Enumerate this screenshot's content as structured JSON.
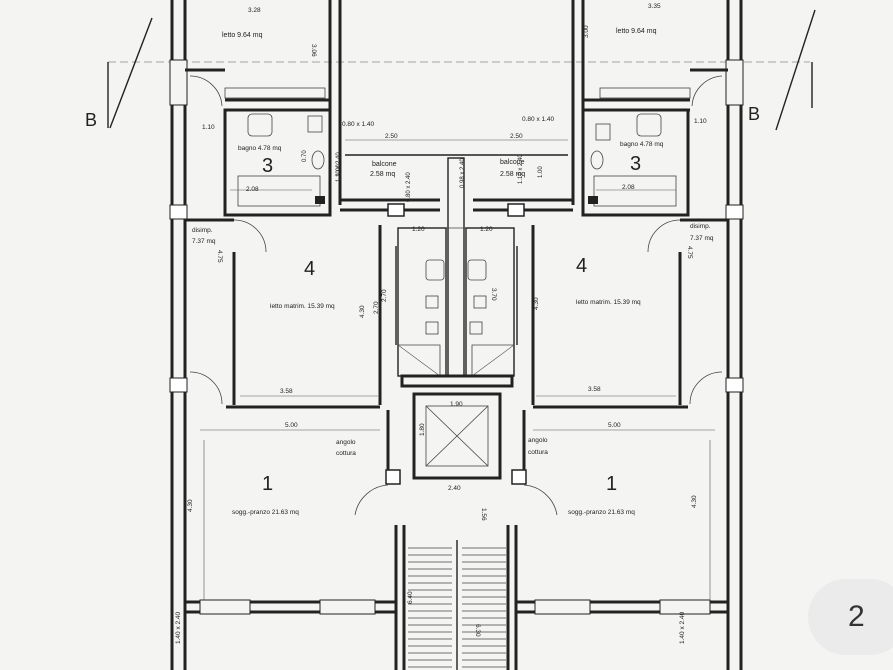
{
  "section_marks": {
    "left": "B",
    "right": "B"
  },
  "page_indicator": "2",
  "rooms": {
    "left": {
      "top_room": "letto 9.64 mq",
      "bath_number": "3",
      "bath": "bagno 4.78 mq",
      "balcony": "balcone",
      "balcony_area": "2.58 mq",
      "hall": "disimp.",
      "hall_area": "7.37 mq",
      "bedroom_number": "4",
      "bedroom": "letto matrim. 15.39 mq",
      "living_number": "1",
      "living": "sogg.-pranzo 21.63 mq",
      "kitchen": "angolo",
      "kitchen2": "cottura"
    },
    "right": {
      "top_room": "letto 9.64 mq",
      "bath_number": "3",
      "bath": "bagno 4.78 mq",
      "balcony": "balcone",
      "balcony_area": "2.58 mq",
      "hall": "disimp.",
      "hall_area": "7.37 mq",
      "bedroom_number": "4",
      "bedroom": "letto matrim. 15.39 mq",
      "living_number": "1",
      "living": "sogg.-pranzo 21.63 mq",
      "kitchen": "angolo",
      "kitchen2": "cottura"
    }
  },
  "dimensions": {
    "d328": "3.28",
    "d335": "3.35",
    "d306": "3.06",
    "d300": "3.00",
    "d110l": "1.10",
    "d110r": "1.10",
    "d080l": "0.80 x 1.40",
    "d080r": "0.80 x 1.40",
    "d250l": "2.50",
    "d250r": "2.50",
    "d270l": "2.70",
    "d208l": "2.08",
    "d208r": "2.08",
    "d120l": "1.20",
    "d120r": "1.20",
    "d475l": "4.75",
    "d475r": "4.75",
    "d370l": "2.70",
    "d370r": "3.70",
    "d430l": "4.30",
    "d430r": "4.30",
    "d358l": "3.58",
    "d358r": "3.58",
    "d500l": "5.00",
    "d500r": "5.00",
    "d190": "1.90",
    "d180": "1.80",
    "d240": "2.40",
    "d430bl": "4.30",
    "d430br": "4.30",
    "d156": "1.56",
    "d640": "6.40",
    "d630": "6.30",
    "d140l": "1.40 x 2.40",
    "d140r": "1.40 x 2.40",
    "d100l": "1.00",
    "d110win": "1.10 x 2.40",
    "d090": "0.80 x 2.40",
    "d098": "0.98 x 2.40",
    "d110winr": "1.10 x 2.40",
    "d100r": "1.00",
    "d070": "0.70"
  }
}
